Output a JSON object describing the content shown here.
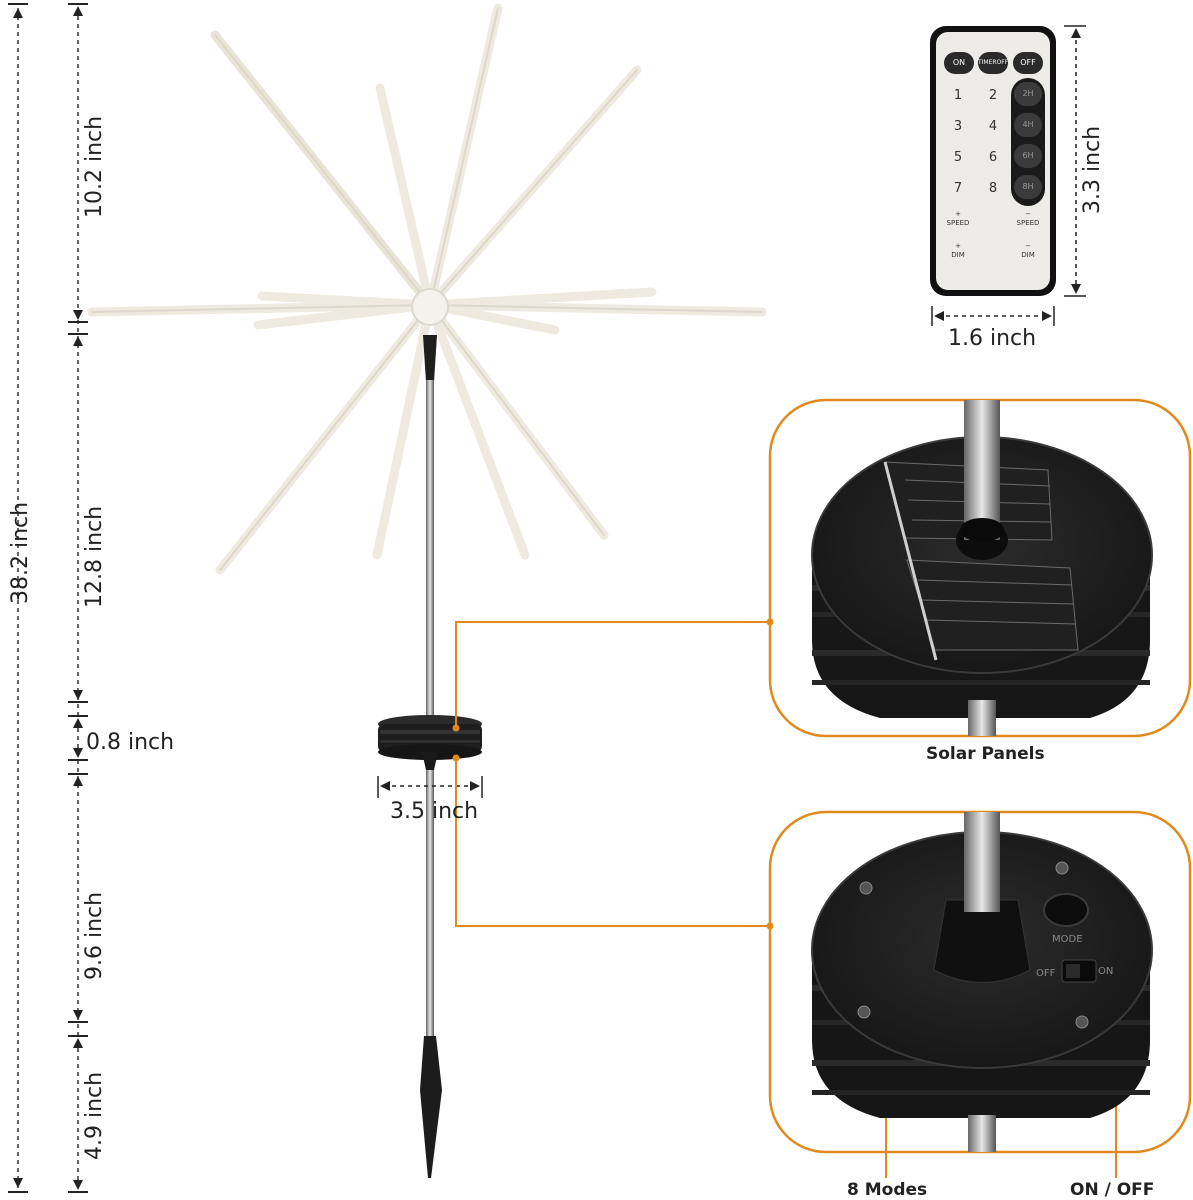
{
  "dimensions": {
    "total_height": "38.2 inch",
    "top_height": "10.2 inch",
    "middle_height": "12.8 inch",
    "base_height": "0.8 inch",
    "lower_height": "9.6 inch",
    "stake_height": "4.9 inch",
    "base_width": "3.5 inch",
    "remote_height": "3.3 inch",
    "remote_width": "1.6 inch"
  },
  "remote": {
    "on": "ON",
    "timer_off": "TIMEROFF",
    "off": "OFF",
    "numbers": [
      "1",
      "2",
      "3",
      "4",
      "5",
      "6",
      "7",
      "8"
    ],
    "timers": [
      "2H",
      "4H",
      "6H",
      "8H"
    ],
    "speed_up": "+\nSPEED",
    "speed_down": "−\nSPEED",
    "dim_up": "+\nDIM",
    "dim_down": "−\nDIM"
  },
  "callouts": {
    "solar_panels": "Solar Panels",
    "modes": "8 Modes",
    "on_off": "ON / OFF",
    "mode_label": "MODE",
    "switch_off": "OFF",
    "switch_on": "ON"
  },
  "colors": {
    "accent": "#E08A1E",
    "device": "#1e1e1e"
  }
}
